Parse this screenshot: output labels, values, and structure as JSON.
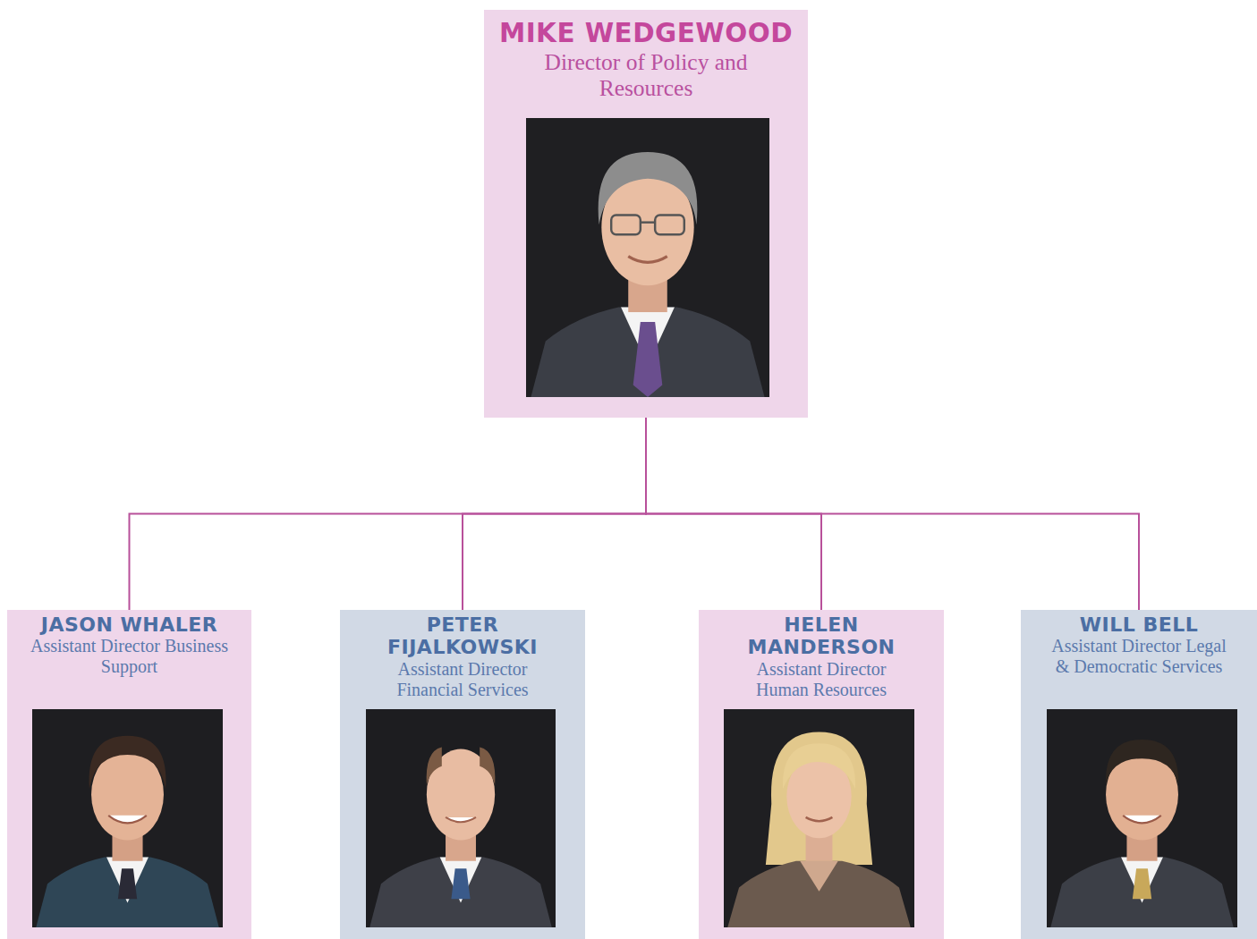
{
  "diagram": {
    "nodes": [
      {
        "text": [
          "MIKE WEDGEWOOD",
          "Director of Policy and Resources"
        ]
      },
      {
        "text": [
          "JASON WHALER",
          "Assistant Director Business Support"
        ]
      },
      {
        "text": [
          "PETER FIJALKOWSKI",
          "Assistant Director Financial Services"
        ]
      },
      {
        "text": [
          "HELEN MANDERSON",
          "Assistant Director Human Resources"
        ]
      },
      {
        "text": [
          "WILL BELL",
          "Assistant Director Legal & Democratic Services"
        ]
      }
    ],
    "edges": [
      {
        "from": 0,
        "to": 1,
        "arrow": "none"
      },
      {
        "from": 0,
        "to": 2,
        "arrow": "none"
      },
      {
        "from": 0,
        "to": 3,
        "arrow": "none"
      },
      {
        "from": 0,
        "to": 4,
        "arrow": "none"
      }
    ]
  }
}
